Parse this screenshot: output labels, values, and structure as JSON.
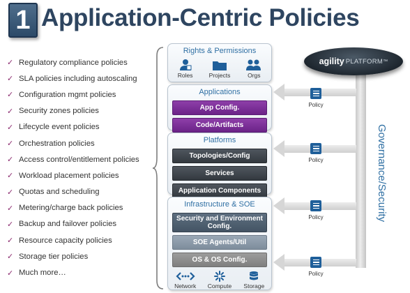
{
  "header": {
    "number": "1",
    "title": "Application-Centric Policies"
  },
  "policies": [
    "Regulatory compliance policies",
    "SLA policies including autoscaling",
    "Configuration mgmt policies",
    "Security zones policies",
    "Lifecycle event policies",
    "Orchestration policies",
    "Access control/entitlement policies",
    "Workload placement policies",
    "Quotas and scheduling",
    "Metering/charge back policies",
    "Backup and failover policies",
    "Resource capacity policies",
    "Storage tier policies",
    "Much more…"
  ],
  "check_mark": "✓",
  "stack": {
    "rights": {
      "title": "Rights & Permissions",
      "icons": [
        {
          "label": "Roles",
          "icon": "roles-icon"
        },
        {
          "label": "Projects",
          "icon": "projects-icon"
        },
        {
          "label": "Orgs",
          "icon": "orgs-icon"
        }
      ]
    },
    "applications": {
      "title": "Applications",
      "bars": [
        "App Config.",
        "Code/Artifacts"
      ]
    },
    "platforms": {
      "title": "Platforms",
      "bars": [
        "Topologies/Config",
        "Services",
        "Application Components"
      ]
    },
    "infrastructure": {
      "title": "Infrastructure & SOE",
      "bars": [
        "Security and Environment Config.",
        "SOE Agents/Util",
        "OS & OS Config."
      ],
      "icons": [
        {
          "label": "Network",
          "icon": "network-icon"
        },
        {
          "label": "Compute",
          "icon": "compute-icon"
        },
        {
          "label": "Storage",
          "icon": "storage-icon"
        }
      ]
    }
  },
  "platform": {
    "brand": "agility",
    "suffix": "PLATFORM",
    "trademark": "™"
  },
  "policy_label": "Policy",
  "governance_label": "Governance/Security",
  "colors": {
    "title": "#2e4560",
    "accent_blue": "#2f6fa3",
    "purple": "#7a2e97",
    "check": "#8b2a6e"
  }
}
